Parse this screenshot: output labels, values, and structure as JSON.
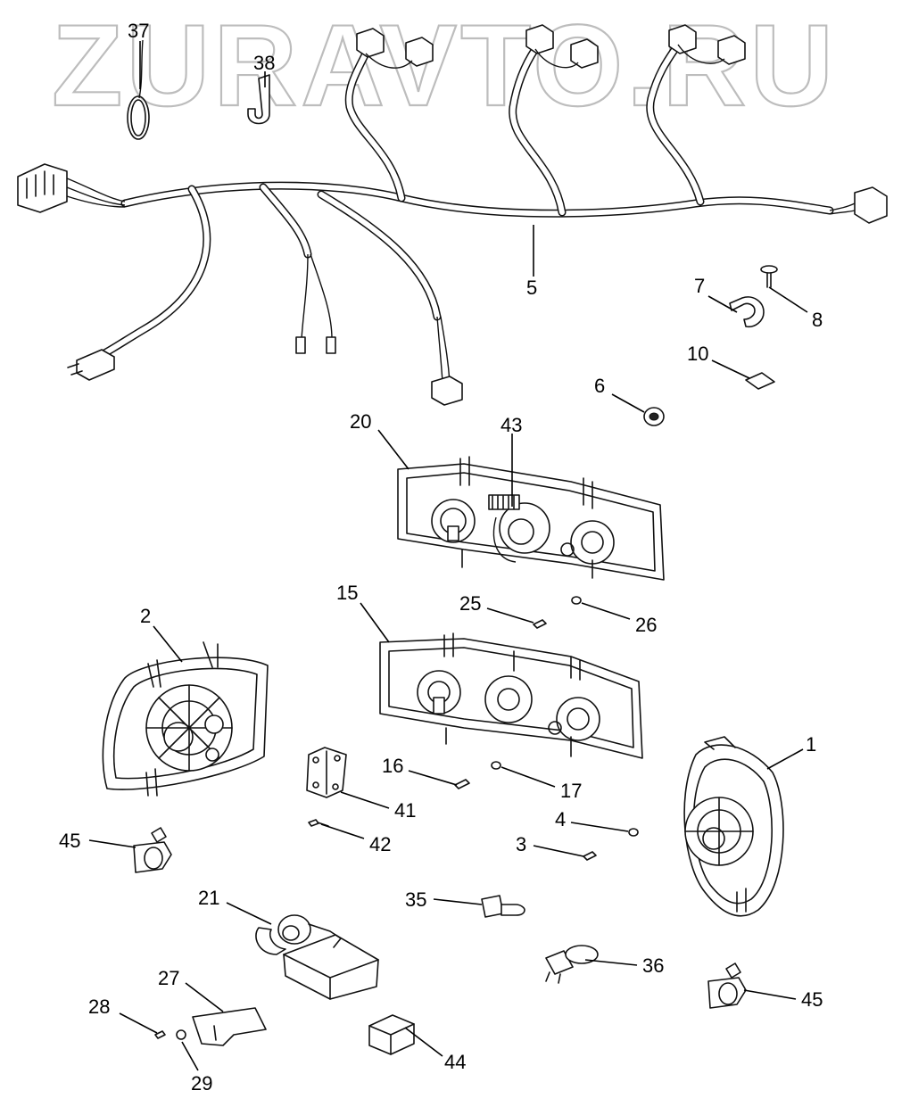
{
  "watermark": "ZURAVTO.RU",
  "callouts": {
    "c1": "1",
    "c2": "2",
    "c3": "3",
    "c4": "4",
    "c5": "5",
    "c6": "6",
    "c7": "7",
    "c8": "8",
    "c10": "10",
    "c15": "15",
    "c16": "16",
    "c17": "17",
    "c20": "20",
    "c21": "21",
    "c25": "25",
    "c26": "26",
    "c27": "27",
    "c28": "28",
    "c29": "29",
    "c35": "35",
    "c36": "36",
    "c37": "37",
    "c38": "38",
    "c41": "41",
    "c42": "42",
    "c43": "43",
    "c44": "44",
    "c45a": "45",
    "c45b": "45"
  }
}
